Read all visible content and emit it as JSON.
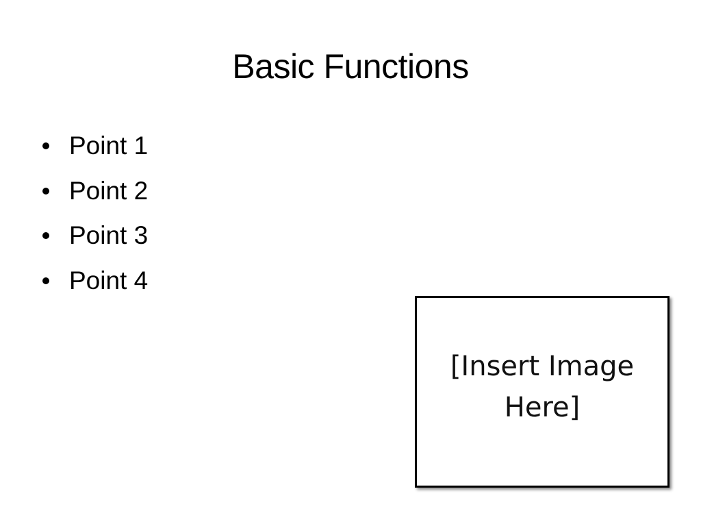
{
  "slide": {
    "title": "Basic Functions",
    "bullets": [
      {
        "label": "Point 1"
      },
      {
        "label": "Point 2"
      },
      {
        "label": "Point 3"
      },
      {
        "label": "Point 4"
      }
    ],
    "image_placeholder": {
      "line1": "[Insert Image",
      "line2": "Here]"
    }
  },
  "colors": {
    "background": "#ffffff",
    "text": "#000000",
    "border": "#000000"
  }
}
